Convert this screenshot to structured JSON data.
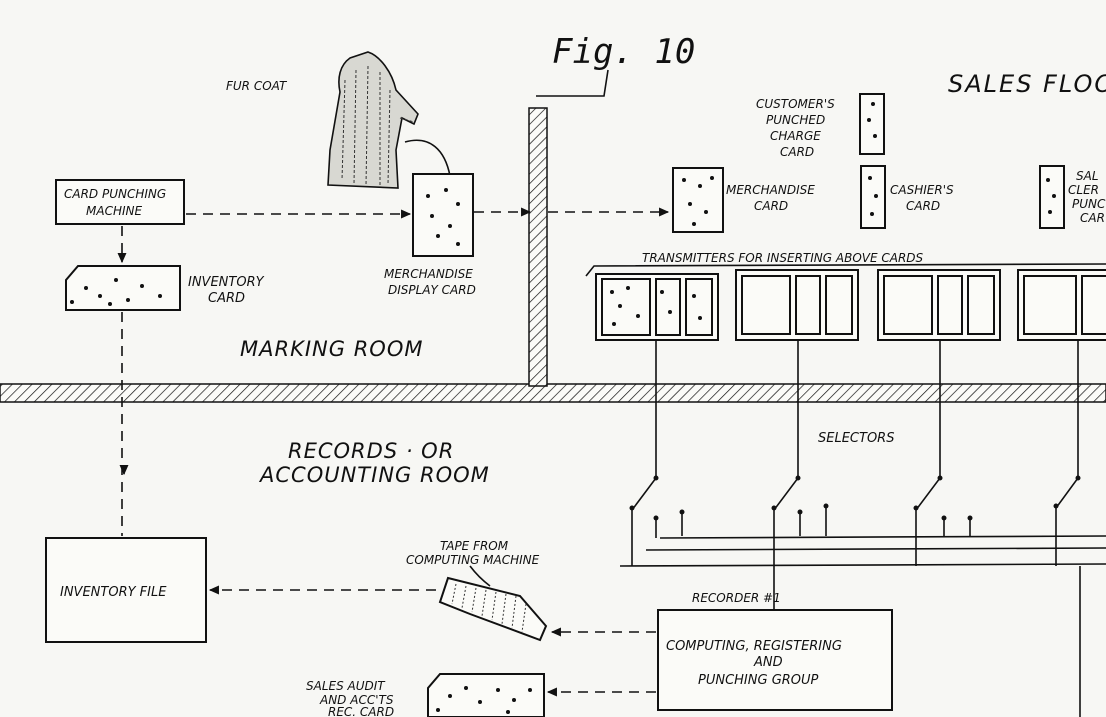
{
  "figure": {
    "title": "Fig. 10"
  },
  "rooms": {
    "marking": "MARKING ROOM",
    "records_line1": "RECORDS · OR",
    "records_line2": "ACCOUNTING ROOM",
    "sales_floor": "SALES FLOO"
  },
  "labels": {
    "fur_coat": "FUR COAT",
    "card_punching_1": "CARD PUNCHING",
    "card_punching_2": "MACHINE",
    "inventory_card_1": "INVENTORY",
    "inventory_card_2": "CARD",
    "display_card_1": "MERCHANDISE",
    "display_card_2": "DISPLAY CARD",
    "customer_1": "CUSTOMER'S",
    "customer_2": "PUNCHED",
    "customer_3": "CHARGE",
    "customer_4": "CARD",
    "merch_card_1": "MERCHANDISE",
    "merch_card_2": "CARD",
    "cashier_1": "CASHIER'S",
    "cashier_2": "CARD",
    "sales_clerk_1": "SAL",
    "sales_clerk_2": "CLER",
    "sales_clerk_3": "PUNC",
    "sales_clerk_4": "CAR",
    "transmitters": "TRANSMITTERS FOR INSERTING ABOVE CARDS",
    "selectors": "SELECTORS",
    "inventory_file": "INVENTORY FILE",
    "tape_1": "TAPE FROM",
    "tape_2": "COMPUTING MACHINE",
    "recorder": "RECORDER #1",
    "computing_1": "COMPUTING, REGISTERING",
    "computing_2": "AND",
    "computing_3": "PUNCHING GROUP",
    "sales_audit_1": "SALES AUDIT",
    "sales_audit_2": "AND ACC'TS",
    "sales_audit_3": "REC. CARD"
  }
}
